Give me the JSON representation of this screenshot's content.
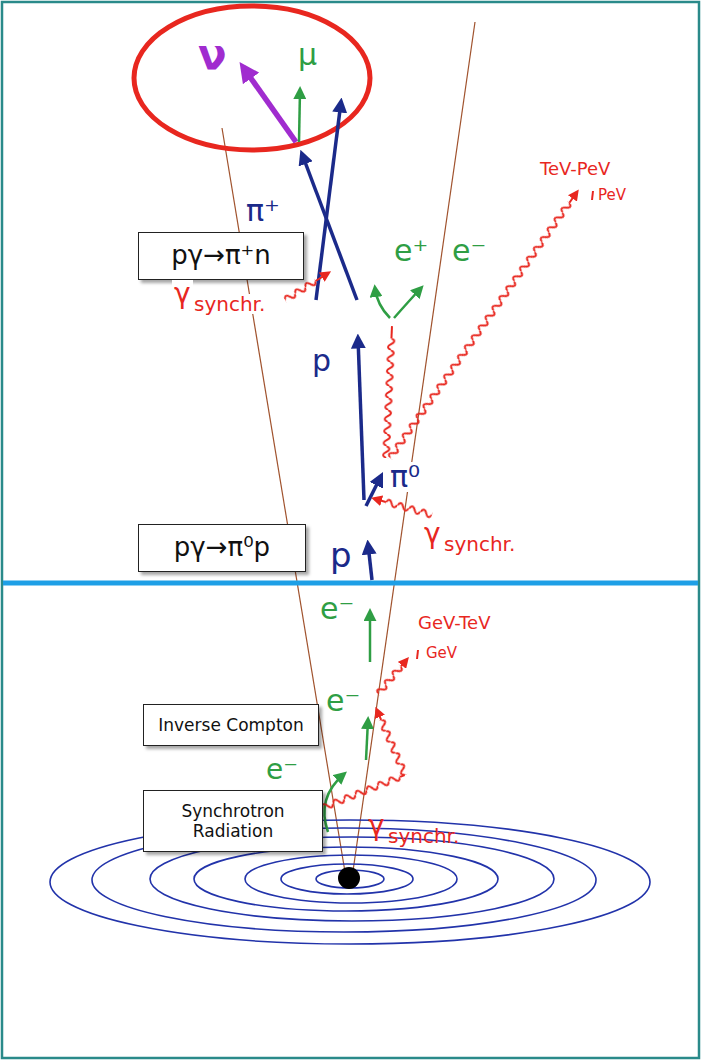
{
  "diagram": {
    "nodes": [
      {
        "text": [
          "pγ→π⁺n"
        ]
      },
      {
        "text": [
          "pγ→π⁰p"
        ]
      },
      {
        "text": [
          "Inverse Compton"
        ]
      },
      {
        "text": [
          "Synchrotron Radiation"
        ]
      }
    ],
    "labels": [
      "ν",
      "μ",
      "π⁺",
      "e⁺",
      "e⁻",
      "TeV-PeV",
      "PeV",
      "γ",
      "synchr.",
      "p",
      "π⁰",
      "p",
      "γ",
      "synchr.",
      "e⁻",
      "GeV-TeV",
      "GeV",
      "e⁻",
      "e⁻",
      "γ",
      "synchr."
    ]
  }
}
